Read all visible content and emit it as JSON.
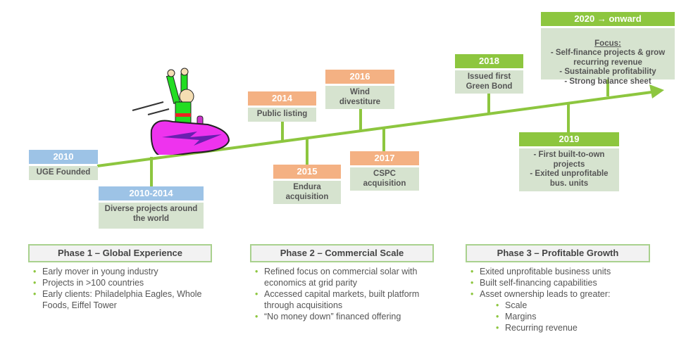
{
  "colors": {
    "line": "#8dc63f",
    "phase1": "#9dc3e6",
    "phase2": "#f4b183",
    "phase3": "#8dc63f",
    "box_body": "#d6e3cf"
  },
  "milestones": [
    {
      "year": "2010",
      "text": "UGE Founded"
    },
    {
      "year": "2010-2014",
      "text": "Diverse projects around\nthe world"
    },
    {
      "year": "2014",
      "text": "Public listing"
    },
    {
      "year": "2015",
      "text": "Endura\nacquisition"
    },
    {
      "year": "2016",
      "text": "Wind\ndivestiture"
    },
    {
      "year": "2017",
      "text": "CSPC\nacquisition"
    },
    {
      "year": "2018",
      "text": "Issued first\nGreen Bond"
    },
    {
      "year": "2019",
      "text": "- First built-to-own\nprojects\n- Exited unprofitable\nbus. units"
    },
    {
      "year": "2020 → onward",
      "focus": "Focus:",
      "text": "- Self-finance projects & grow\nrecurring revenue\n- Sustainable profitability\n- Strong balance sheet"
    }
  ],
  "phases": [
    {
      "title": "Phase 1 – Global Experience",
      "bullets": [
        "Early mover in young industry",
        "Projects in >100 countries",
        "Early clients: Philadelphia Eagles, Whole Foods, Eiffel Tower"
      ]
    },
    {
      "title": "Phase 2 – Commercial Scale",
      "bullets": [
        "Refined focus on commercial solar with economics at grid parity",
        "Accessed capital markets, built platform through acquisitions",
        "“No money down” financed offering"
      ]
    },
    {
      "title": "Phase 3 – Profitable Growth",
      "bullets": [
        "Exited unprofitable business units",
        "Built self-financing capabilities",
        "Asset ownership leads to greater:"
      ],
      "sub_bullets": [
        "Scale",
        "Margins",
        "Recurring revenue"
      ]
    }
  ]
}
